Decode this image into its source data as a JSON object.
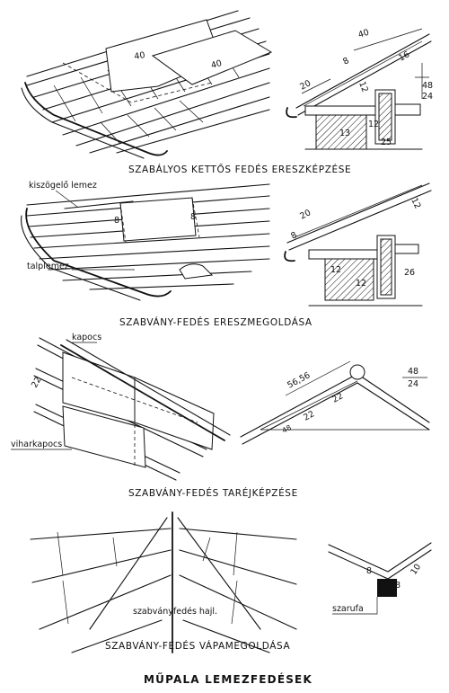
{
  "title": "MŰPALA LEMEZFEDÉSEK",
  "panels": {
    "double_eaves": {
      "caption": "SZABÁLYOS KETTŐS FEDÉS ERESZKÉPZÉSE",
      "plan_dims": [
        "40",
        "40"
      ],
      "section_dims": [
        "40",
        "20",
        "8",
        "12",
        "16",
        "48",
        "24",
        "13",
        "12",
        "25"
      ]
    },
    "standard_eaves": {
      "caption": "SZABVÁNY-FEDÉS ERESZMEGOLDÁSA",
      "labels": {
        "nailing_plate": "kiszögelő lemez",
        "base_plate": "talplemez"
      },
      "plan_dims": [
        "8",
        "8"
      ],
      "section_dims": [
        "20",
        "8",
        "12",
        "12",
        "12",
        "26"
      ]
    },
    "ridge": {
      "caption": "SZABVÁNY-FEDÉS TARÉJKÉPZÉSE",
      "labels": {
        "clip": "kapocs",
        "storm_clip": "viharkapocs"
      },
      "plan_dims": [
        "22"
      ],
      "section_dims": [
        "56,56",
        "48",
        "24",
        "22",
        "22",
        "48"
      ]
    },
    "valley": {
      "caption": "SZABVÁNY-FEDÉS VÁPAMEGOLDÁSA",
      "labels": {
        "bend": "szabványfedés hajl.",
        "rafter": "szarufa"
      },
      "section_dims": [
        "8",
        "8",
        "10"
      ]
    }
  }
}
